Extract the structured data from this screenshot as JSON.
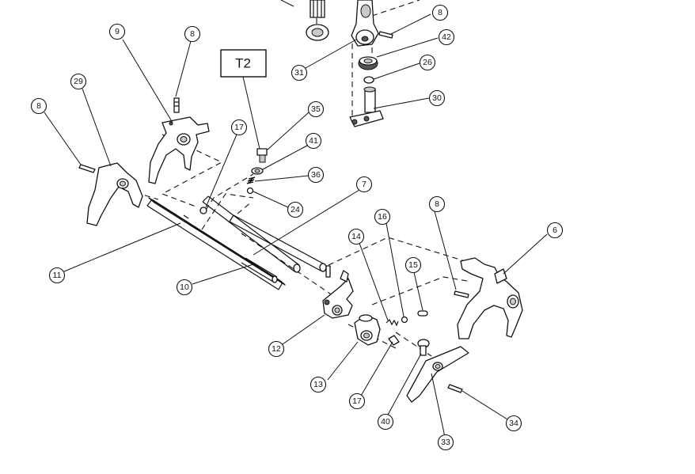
{
  "callouts": {
    "c8a": "8",
    "c42": "42",
    "c26": "26",
    "c30": "30",
    "c31": "31",
    "c9": "9",
    "c8b": "8",
    "c29": "29",
    "c8c": "8",
    "c17a": "17",
    "c35": "35",
    "c41": "41",
    "c36": "36",
    "c24": "24",
    "c7": "7",
    "c16": "16",
    "c8d": "8",
    "c6": "6",
    "c14": "14",
    "c15": "15",
    "c11": "11",
    "c10": "10",
    "c12": "12",
    "c13": "13",
    "c17b": "17",
    "c40": "40",
    "c33": "33",
    "c34": "34"
  },
  "tag": {
    "label": "T2"
  }
}
